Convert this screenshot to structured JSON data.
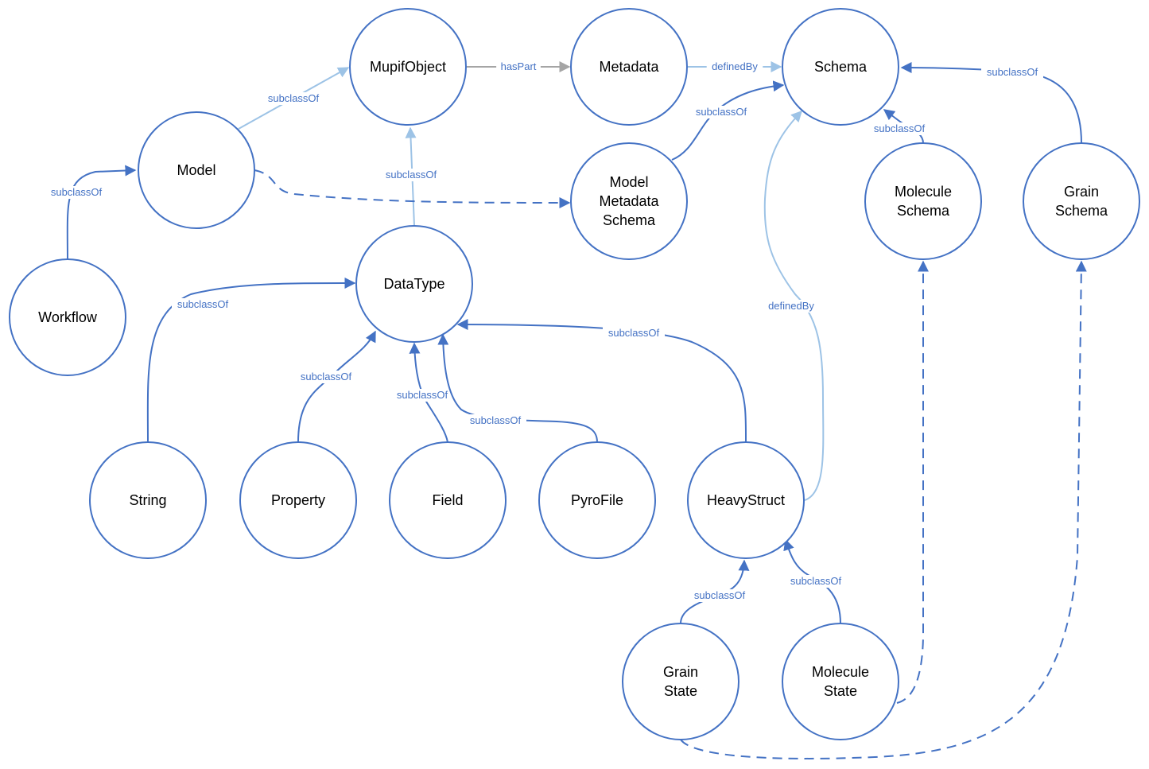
{
  "colors": {
    "node_stroke": "#4472c4",
    "edge_dark": "#4472c4",
    "edge_light": "#9dc3e6",
    "edge_gray": "#a5a5a5",
    "label_text": "#4472c4"
  },
  "nodes": [
    {
      "id": "mupifobject",
      "lines": [
        "MupifObject"
      ]
    },
    {
      "id": "metadata",
      "lines": [
        "Metadata"
      ]
    },
    {
      "id": "schema",
      "lines": [
        "Schema"
      ]
    },
    {
      "id": "model",
      "lines": [
        "Model"
      ]
    },
    {
      "id": "model-metadata-schema",
      "lines": [
        "Model",
        "Metadata",
        "Schema"
      ]
    },
    {
      "id": "molecule-schema",
      "lines": [
        "Molecule",
        "Schema"
      ]
    },
    {
      "id": "grain-schema",
      "lines": [
        "Grain",
        "Schema"
      ]
    },
    {
      "id": "workflow",
      "lines": [
        "Workflow"
      ]
    },
    {
      "id": "datatype",
      "lines": [
        "DataType"
      ]
    },
    {
      "id": "string",
      "lines": [
        "String"
      ]
    },
    {
      "id": "property",
      "lines": [
        "Property"
      ]
    },
    {
      "id": "field",
      "lines": [
        "Field"
      ]
    },
    {
      "id": "pyrofile",
      "lines": [
        "PyroFile"
      ]
    },
    {
      "id": "heavystruct",
      "lines": [
        "HeavyStruct"
      ]
    },
    {
      "id": "grain-state",
      "lines": [
        "Grain",
        "State"
      ]
    },
    {
      "id": "molecule-state",
      "lines": [
        "Molecule",
        "State"
      ]
    }
  ],
  "edges": [
    {
      "id": "model-mupifobject",
      "label": "subclassOf"
    },
    {
      "id": "mupifobject-metadata",
      "label": "hasPart"
    },
    {
      "id": "metadata-schema",
      "label": "definedBy"
    },
    {
      "id": "mms-schema",
      "label": "subclassOf"
    },
    {
      "id": "molecule-schema-schema",
      "label": "subclassOf"
    },
    {
      "id": "grain-schema-schema",
      "label": "subclassOf"
    },
    {
      "id": "workflow-model",
      "label": "subclassOf"
    },
    {
      "id": "datatype-mupifobject",
      "label": "subclassOf"
    },
    {
      "id": "model-mms",
      "label": ""
    },
    {
      "id": "string-datatype",
      "label": "subclassOf"
    },
    {
      "id": "property-datatype",
      "label": "subclassOf"
    },
    {
      "id": "field-datatype",
      "label": "subclassOf"
    },
    {
      "id": "pyrofile-datatype",
      "label": "subclassOf"
    },
    {
      "id": "heavystruct-datatype",
      "label": "subclassOf"
    },
    {
      "id": "heavystruct-schema",
      "label": "definedBy"
    },
    {
      "id": "grain-state-heavystruct",
      "label": "subclassOf"
    },
    {
      "id": "molecule-state-heavystruct",
      "label": "subclassOf"
    },
    {
      "id": "molecule-state-molecule-schema",
      "label": ""
    },
    {
      "id": "grain-state-grain-schema",
      "label": ""
    }
  ]
}
